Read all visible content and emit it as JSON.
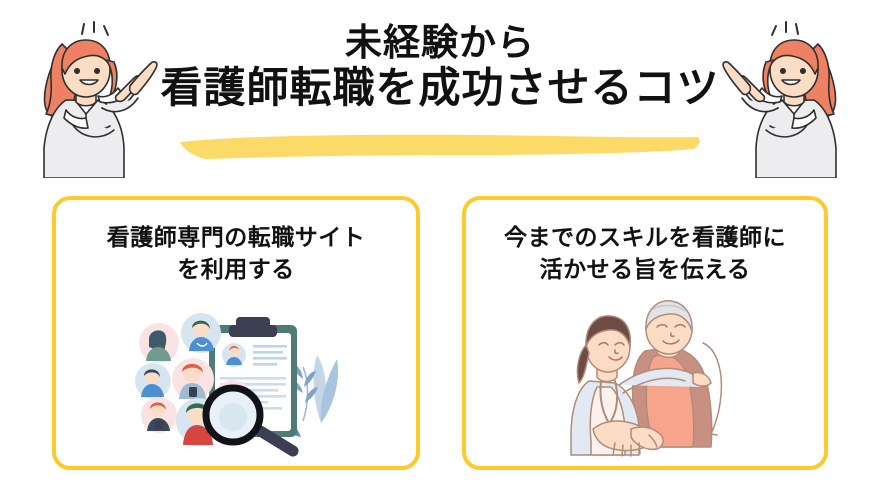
{
  "header": {
    "title_line1": "未経験から",
    "title_line2": "看護師転職を成功させるコツ",
    "underline_color": "#FCDA68",
    "title_color": "#111111",
    "illustration_left": "pointing-nurse-right-icon",
    "illustration_right": "pointing-nurse-left-icon"
  },
  "cards": [
    {
      "heading_line1": "看護師専門の転職サイト",
      "heading_line2": "を利用する",
      "border_color": "#FCCA2A",
      "illustration": "recruitment-clipboard-avatars-magnifier-icon"
    },
    {
      "heading_line1": "今までのスキルを看護師に",
      "heading_line2": "活かせる旨を伝える",
      "border_color": "#FCCA2A",
      "illustration": "nurse-with-elderly-patient-icon"
    }
  ],
  "palette": {
    "background": "#FFFFFF",
    "accent_yellow": "#FCCA2A",
    "highlight_yellow": "#FCDA68",
    "ink": "#111111",
    "hair_orange": "#E9795B",
    "skin": "#FBDCC4",
    "shirt_gray": "#EDEDEF",
    "avatar_blue": "#D6E5F0",
    "avatar_pink": "#FBE3E3",
    "clipboard_teal": "#4F7A75",
    "magnifier_navy": "#3A3F51",
    "leaf_blue": "#A8C4DF"
  }
}
